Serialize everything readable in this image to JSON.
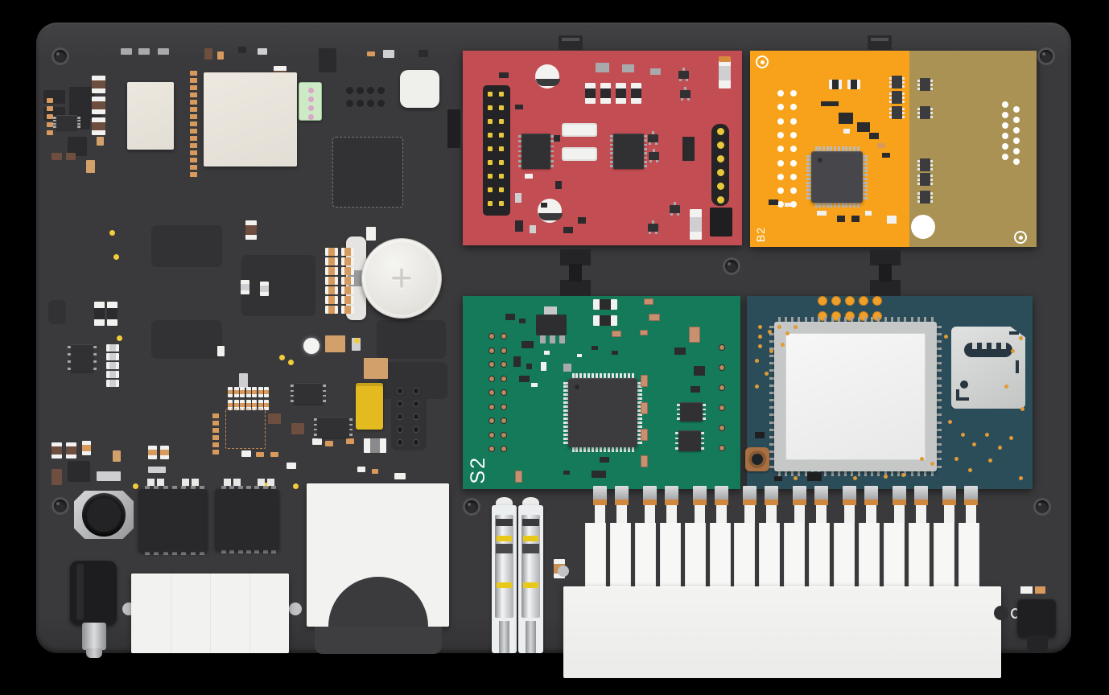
{
  "board": {
    "color": "#3a3a3c",
    "background_color": "#000000",
    "screw_count": 6
  },
  "modules": {
    "red": {
      "label": "",
      "color": "#c24d52"
    },
    "orange": {
      "label": "B2",
      "color": "#f7a21a",
      "panel_color": "#aa9254",
      "label_color": "#ffffff"
    },
    "green": {
      "label": "S2",
      "color": "#147a59",
      "label_color": "#ffffff"
    },
    "teal": {
      "label": "",
      "color": "#2b4d5a"
    }
  },
  "battery": {
    "polarity": "+"
  },
  "terminal_block": {
    "pin_count": 16
  },
  "connectors": {
    "red_header_rows": 9,
    "red_header_cols": 2,
    "red_side_header_pins": 6,
    "b2_via_rows": 9,
    "teal_top_pad_rows": 2,
    "teal_top_pad_cols": 5
  }
}
